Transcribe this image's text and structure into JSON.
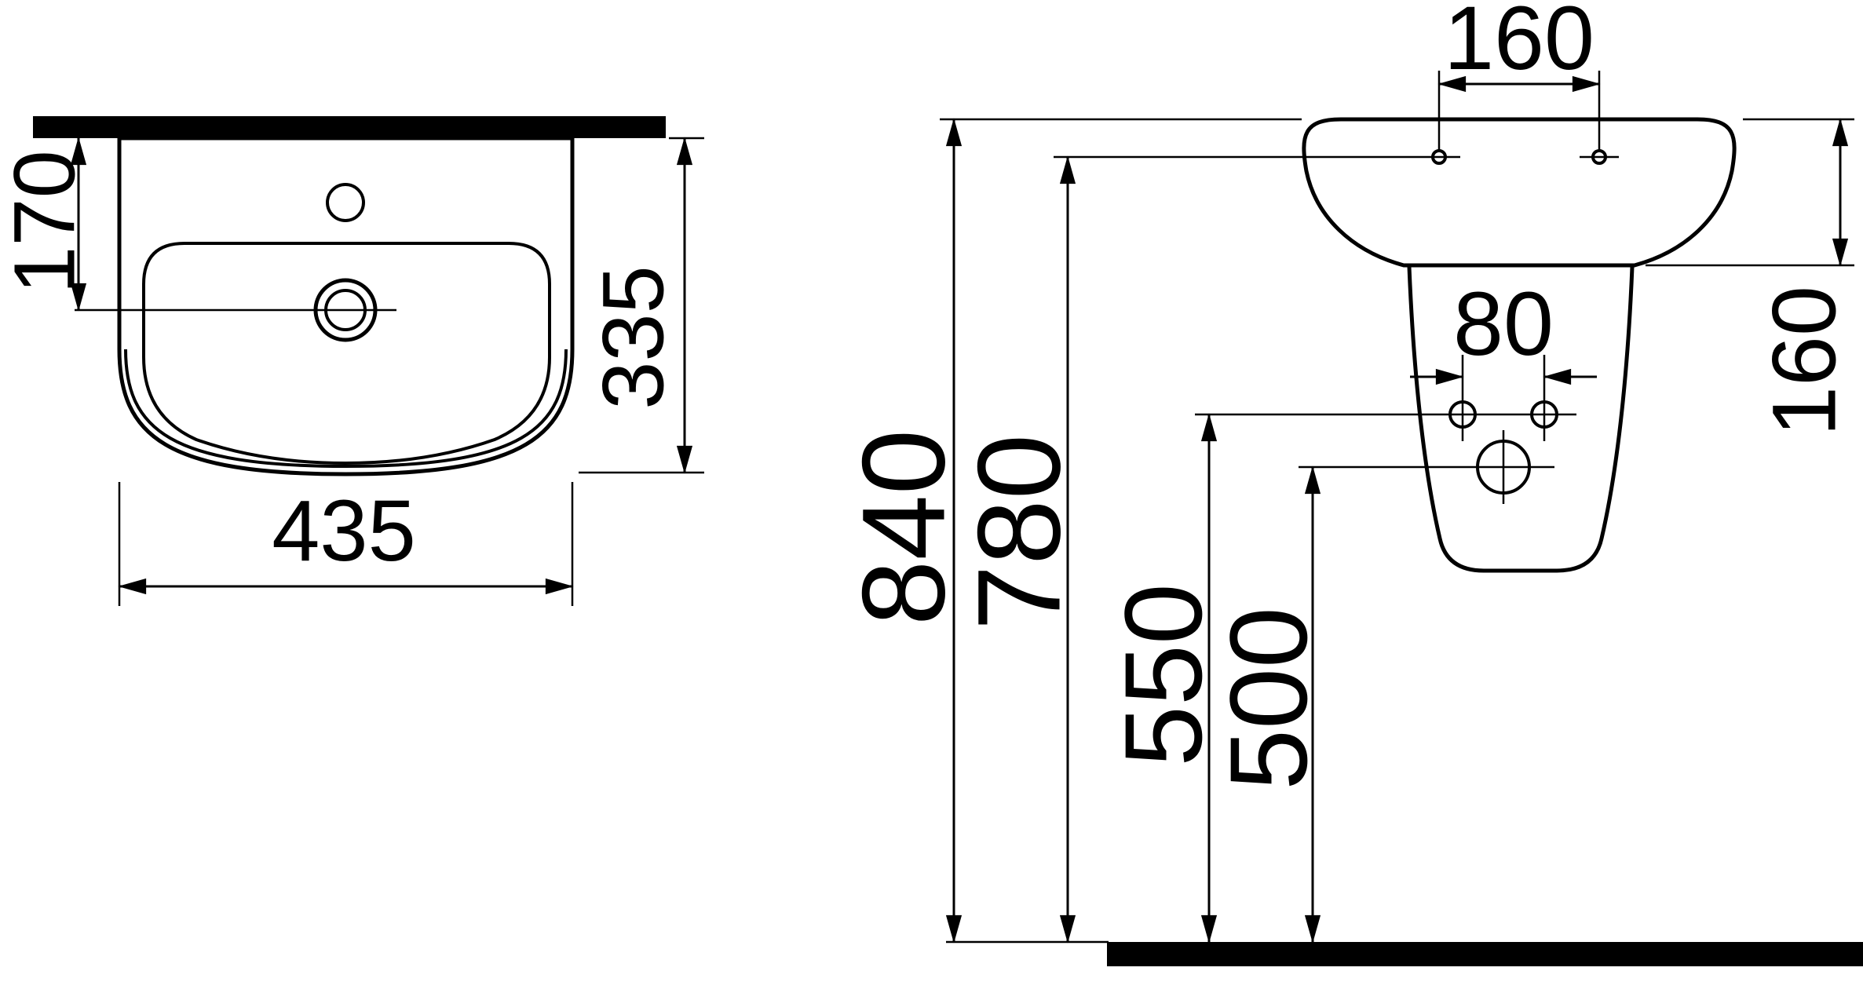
{
  "drawing": {
    "kind": "washbasin-with-semi-pedestal-dimension-drawing",
    "line_color": "#000000",
    "background_color": "#ffffff"
  },
  "dimensions": {
    "top_view": {
      "tap_hole_offset": "170",
      "basin_depth": "335",
      "basin_width": "435"
    },
    "front_view": {
      "mounting_hole_spacing": "160",
      "rim_to_basin_bottom": "160",
      "pedestal_hole_spacing": "80",
      "rim_height": "840",
      "mounting_hole_height": "780",
      "pedestal_hole_height": "550",
      "drain_height": "500"
    }
  }
}
